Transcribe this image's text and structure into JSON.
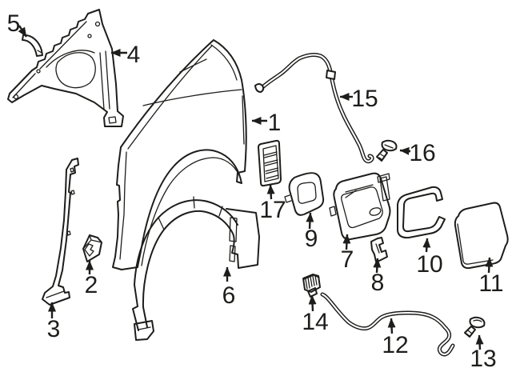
{
  "diagram": {
    "kind": "exploded-parts-line-drawing",
    "background_color": "#ffffff",
    "line_color": "#1d1d1b",
    "callouts": {
      "p1": {
        "label": "1",
        "part": "quarter-panel"
      },
      "p2": {
        "label": "2",
        "part": "spacer-block"
      },
      "p3": {
        "label": "3",
        "part": "support-rail"
      },
      "p4": {
        "label": "4",
        "part": "inner-support-bracket"
      },
      "p5": {
        "label": "5",
        "part": "filler-strip"
      },
      "p6": {
        "label": "6",
        "part": "wheelhouse-liner"
      },
      "p7": {
        "label": "7",
        "part": "fuel-filler-housing"
      },
      "p8": {
        "label": "8",
        "part": "clip-bracket"
      },
      "p9": {
        "label": "9",
        "part": "housing-seal-plate"
      },
      "p10": {
        "label": "10",
        "part": "fuel-door-gasket"
      },
      "p11": {
        "label": "11",
        "part": "fuel-door-lid"
      },
      "p12": {
        "label": "12",
        "part": "release-rod"
      },
      "p13": {
        "label": "13",
        "part": "screw-lower"
      },
      "p14": {
        "label": "14",
        "part": "clip-nut"
      },
      "p15": {
        "label": "15",
        "part": "release-cable"
      },
      "p16": {
        "label": "16",
        "part": "screw-upper"
      },
      "p17": {
        "label": "17",
        "part": "side-vent-grille"
      }
    }
  }
}
